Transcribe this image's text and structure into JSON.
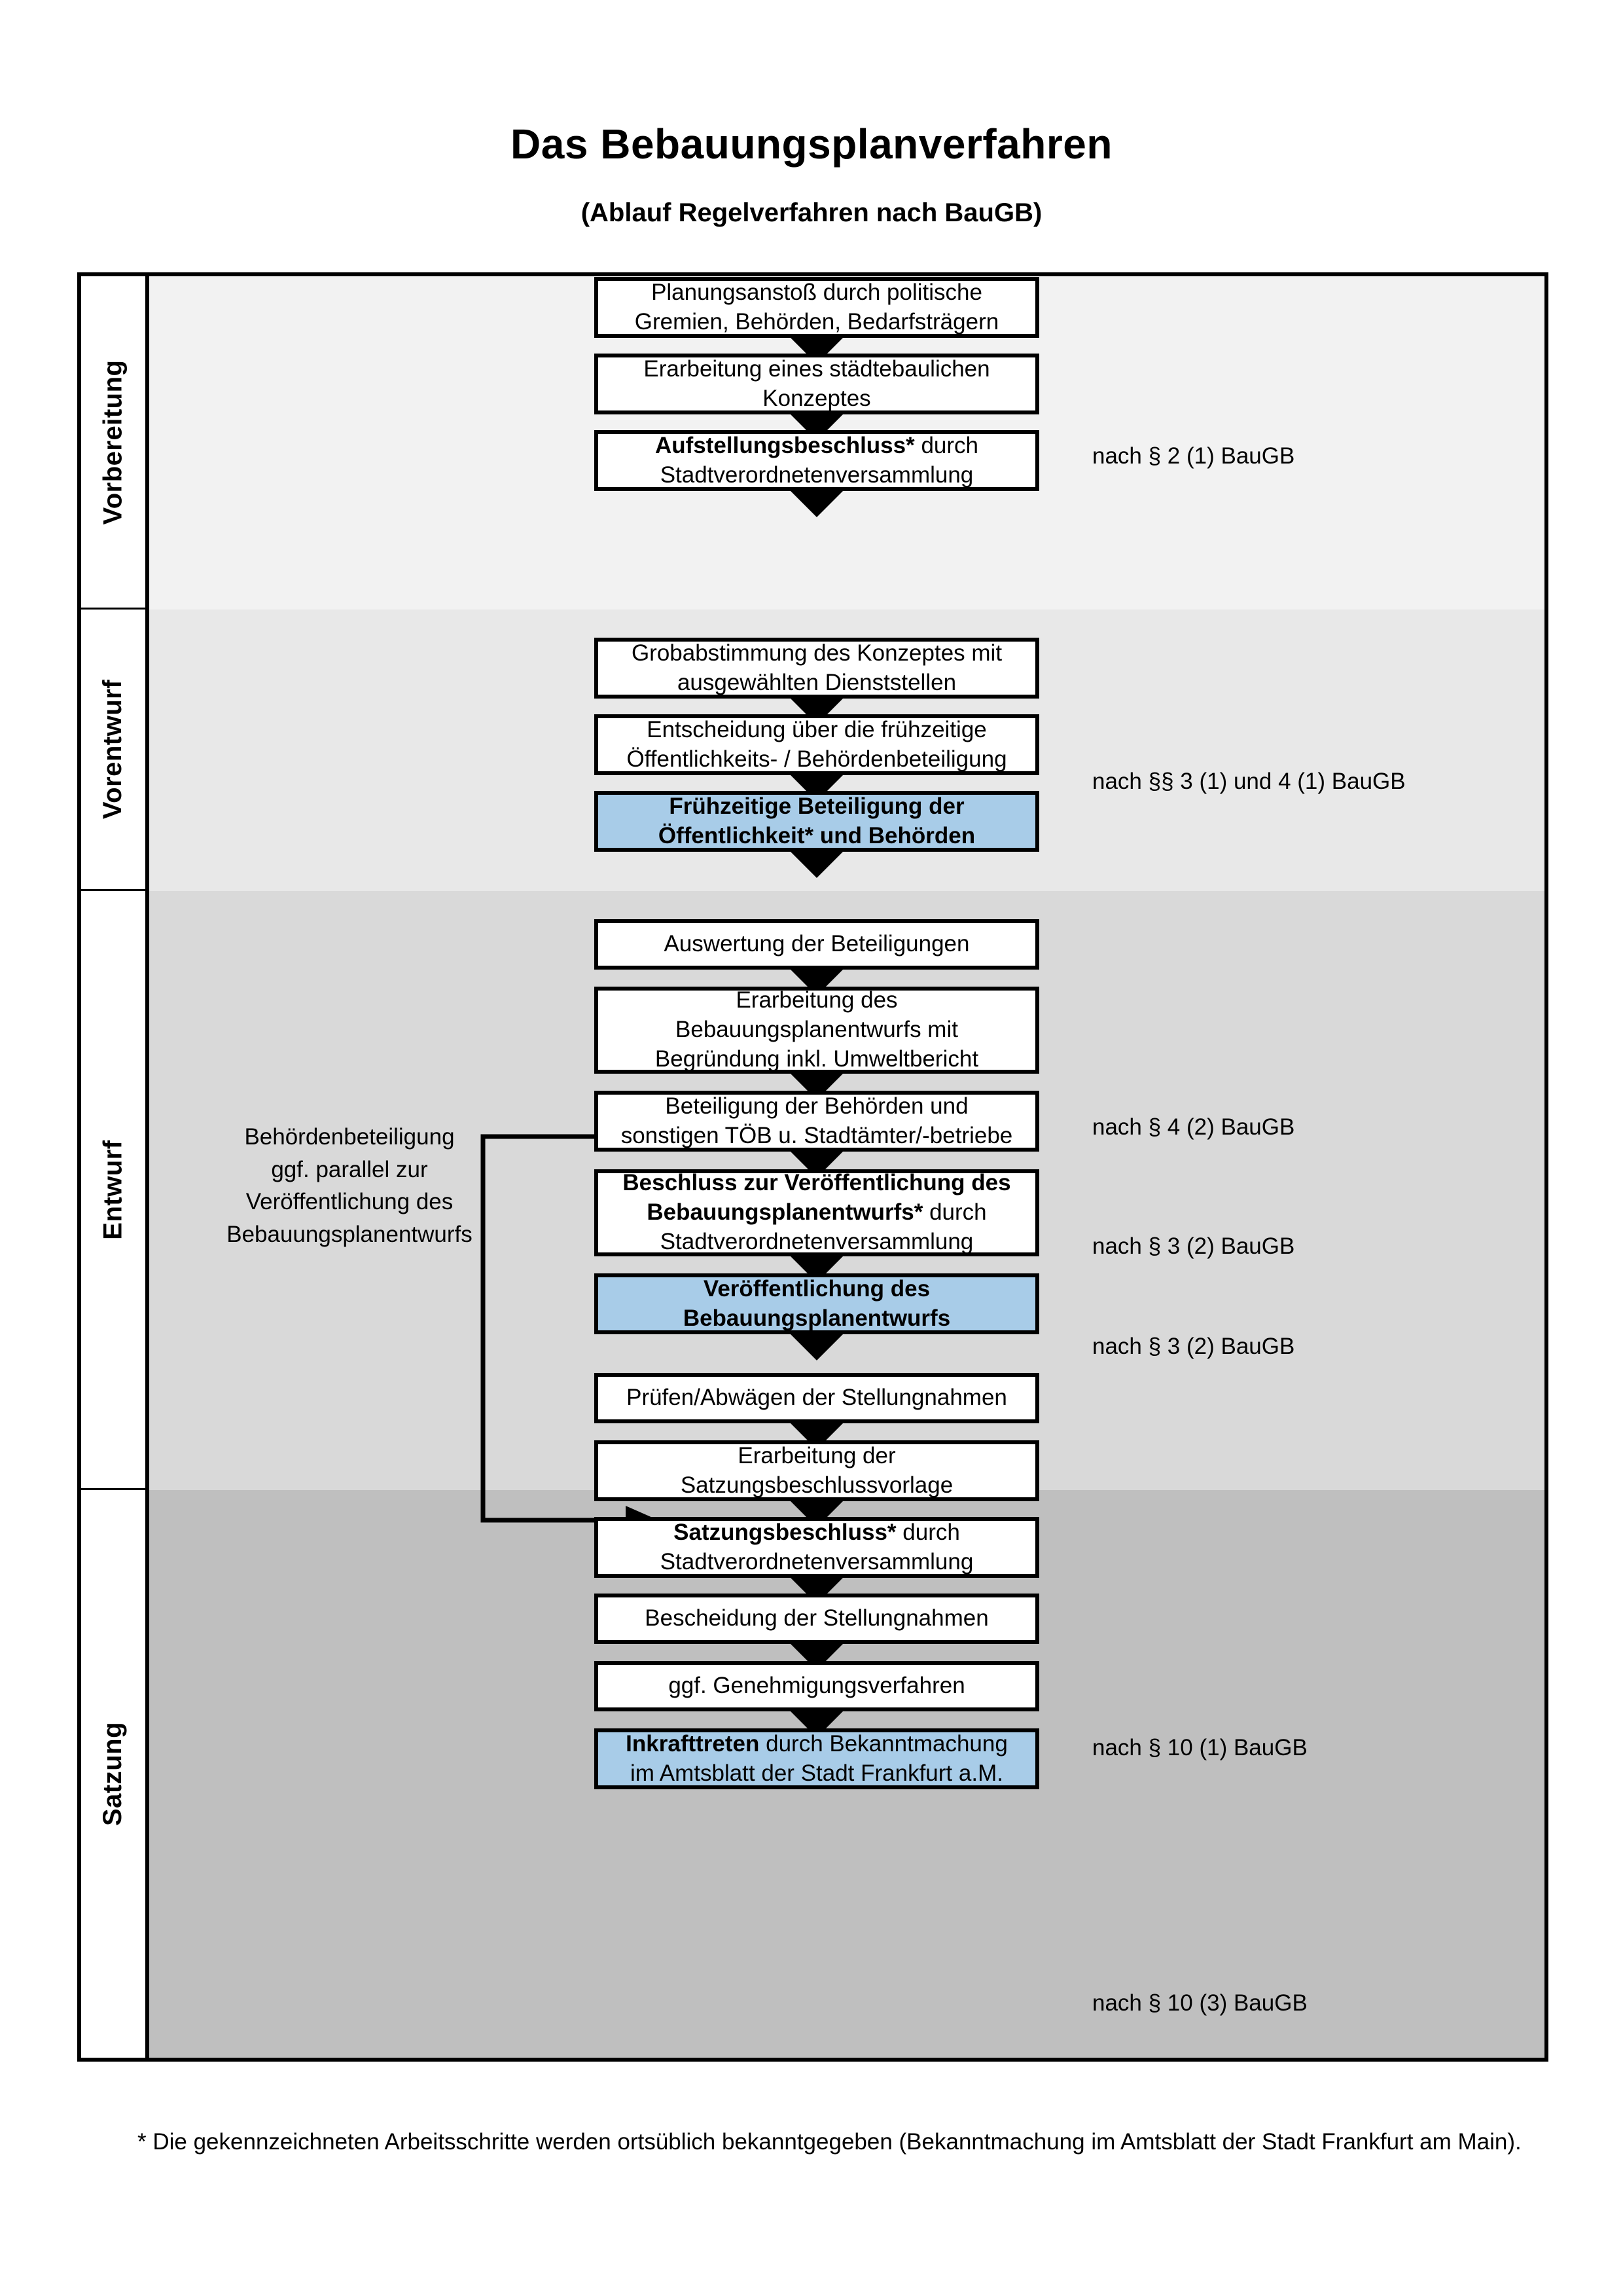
{
  "document": {
    "title": "Das Bebauungsplanverfahren",
    "subtitle": "(Ablauf Regelverfahren nach BauGB)",
    "footnote": "* Die gekennzeichneten Arbeitsschritte werden ortsüblich bekanntgegeben (Bekanntmachung im Amtsblatt  der Stadt Frankfurt am Main)."
  },
  "colors": {
    "highlight_blue": "#A8CCE8",
    "band_1": "#F2F2F2",
    "band_2": "#E8E8E8",
    "band_3": "#D9D9D9",
    "band_4": "#BFBFBF",
    "border": "#000000"
  },
  "phases": [
    {
      "label": "Vorbereitung"
    },
    {
      "label": "Vorentwurf"
    },
    {
      "label": "Entwurf"
    },
    {
      "label": "Satzung"
    }
  ],
  "steps": [
    {
      "id": "planungsanstoss",
      "lines": [
        {
          "text": "Planungsanstoß durch politische",
          "bold": false
        },
        {
          "text": "Gremien, Behörden, Bedarfsträgern",
          "bold": false
        }
      ],
      "highlight": false
    },
    {
      "id": "staedtebauliches-konzept",
      "lines": [
        {
          "text": "Erarbeitung eines städtebaulichen",
          "bold": false
        },
        {
          "text": "Konzeptes",
          "bold": false
        }
      ],
      "highlight": false
    },
    {
      "id": "aufstellungsbeschluss",
      "lines": [
        {
          "text": "Aufstellungsbeschluss*",
          "bold": true,
          "suffix": " durch"
        },
        {
          "text": "Stadtverordnetenversammlung",
          "bold": false
        }
      ],
      "highlight": false
    },
    {
      "id": "grobabstimmung",
      "lines": [
        {
          "text": "Grobabstimmung des Konzeptes mit",
          "bold": false
        },
        {
          "text": "ausgewählten Dienststellen",
          "bold": false
        }
      ],
      "highlight": false
    },
    {
      "id": "entscheidung-fruehzeitige-beteiligung",
      "lines": [
        {
          "text": "Entscheidung über die frühzeitige",
          "bold": false
        },
        {
          "text": "Öffentlichkeits- / Behördenbeteiligung",
          "bold": false
        }
      ],
      "highlight": false
    },
    {
      "id": "fruehzeitige-beteiligung",
      "lines": [
        {
          "text": "Frühzeitige Beteiligung der",
          "bold": true
        },
        {
          "text": "Öffentlichkeit* und Behörden",
          "bold": true
        }
      ],
      "highlight": true
    },
    {
      "id": "auswertung-beteiligungen",
      "lines": [
        {
          "text": "Auswertung der Beteiligungen",
          "bold": false
        }
      ],
      "highlight": false
    },
    {
      "id": "erarbeitung-bebauungsplanentwurf",
      "lines": [
        {
          "text": "Erarbeitung des",
          "bold": false
        },
        {
          "text": "Bebauungsplanentwurfs mit",
          "bold": false
        },
        {
          "text": "Begründung inkl. Umweltbericht",
          "bold": false
        }
      ],
      "highlight": false
    },
    {
      "id": "beteiligung-behoerden-toeb",
      "lines": [
        {
          "text": "Beteiligung der Behörden und",
          "bold": false
        },
        {
          "text": "sonstigen TÖB u. Stadtämter/-betriebe",
          "bold": false
        }
      ],
      "highlight": false
    },
    {
      "id": "beschluss-veroeffentlichung",
      "lines": [
        {
          "text": "Beschluss zur Veröffentlichung des",
          "bold": true
        },
        {
          "text": "Bebauungsplanentwurfs*",
          "bold": true,
          "suffix": " durch"
        },
        {
          "text": "Stadtverordnetenversammlung",
          "bold": false
        }
      ],
      "highlight": false
    },
    {
      "id": "veroeffentlichung-bebauungsplanentwurf",
      "lines": [
        {
          "text": "Veröffentlichung des",
          "bold": true
        },
        {
          "text": "Bebauungsplanentwurfs",
          "bold": true
        }
      ],
      "highlight": true
    },
    {
      "id": "pruefen-abwaegen",
      "lines": [
        {
          "text": "Prüfen/Abwägen der Stellungnahmen",
          "bold": false
        }
      ],
      "highlight": false
    },
    {
      "id": "erarbeitung-satzungsbeschlussvorlage",
      "lines": [
        {
          "text": "Erarbeitung der",
          "bold": false
        },
        {
          "text": "Satzungsbeschlussvorlage",
          "bold": false
        }
      ],
      "highlight": false
    },
    {
      "id": "satzungsbeschluss",
      "lines": [
        {
          "text": "Satzungsbeschluss*",
          "bold": true,
          "suffix": " durch"
        },
        {
          "text": "Stadtverordnetenversammlung",
          "bold": false
        }
      ],
      "highlight": false
    },
    {
      "id": "bescheidung-stellungnahmen",
      "lines": [
        {
          "text": "Bescheidung der Stellungnahmen",
          "bold": false
        }
      ],
      "highlight": false
    },
    {
      "id": "genehmigungsverfahren",
      "lines": [
        {
          "text": "ggf. Genehmigungsverfahren",
          "bold": false
        }
      ],
      "highlight": false
    },
    {
      "id": "inkrafttreten",
      "lines": [
        {
          "text": "Inkrafttreten",
          "bold": true,
          "suffix": " durch Bekanntmachung"
        },
        {
          "text": "im Amtsblatt der Stadt Frankfurt a.M.",
          "bold": false
        }
      ],
      "highlight": true
    }
  ],
  "side_note": {
    "lines": [
      "Behördenbeteiligung",
      "ggf. parallel zur",
      "Veröffentlichung des",
      "Bebauungsplanentwurfs"
    ]
  },
  "legal_references": [
    {
      "id": "ref-par-2-1",
      "text": "nach § 2 (1) BauGB"
    },
    {
      "id": "ref-par-3-1-4-1",
      "text": "nach §§ 3 (1) und 4 (1) BauGB"
    },
    {
      "id": "ref-par-4-2",
      "text": "nach § 4 (2) BauGB"
    },
    {
      "id": "ref-par-3-2-a",
      "text": "nach § 3 (2) BauGB"
    },
    {
      "id": "ref-par-3-2-b",
      "text": "nach § 3 (2) BauGB"
    },
    {
      "id": "ref-par-10-1",
      "text": "nach § 10 (1) BauGB"
    },
    {
      "id": "ref-par-10-3",
      "text": "nach § 10 (3) BauGB"
    }
  ]
}
